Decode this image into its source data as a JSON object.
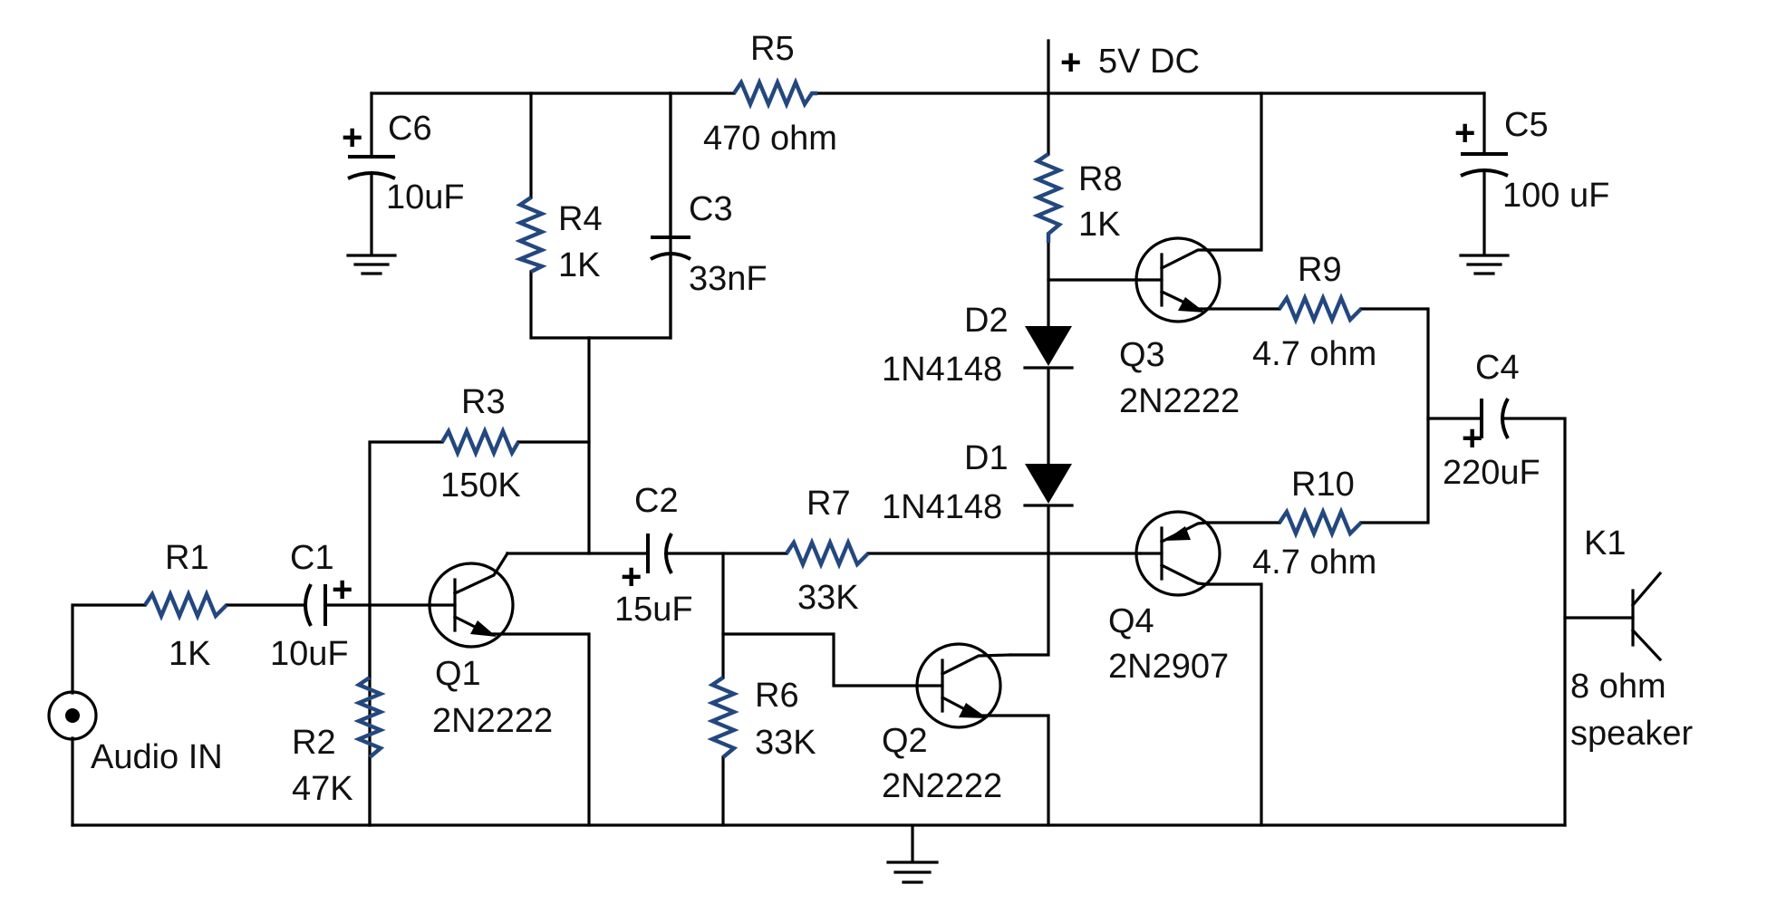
{
  "supply": {
    "label": "5V DC"
  },
  "components": {
    "R1": {
      "ref": "R1",
      "value": "1K"
    },
    "R2": {
      "ref": "R2",
      "value": "47K"
    },
    "R3": {
      "ref": "R3",
      "value": "150K"
    },
    "R4": {
      "ref": "R4",
      "value": "1K"
    },
    "R5": {
      "ref": "R5",
      "value": "470 ohm"
    },
    "R6": {
      "ref": "R6",
      "value": "33K"
    },
    "R7": {
      "ref": "R7",
      "value": "33K"
    },
    "R8": {
      "ref": "R8",
      "value": "1K"
    },
    "R9": {
      "ref": "R9",
      "value": "4.7 ohm"
    },
    "R10": {
      "ref": "R10",
      "value": "4.7 ohm"
    },
    "C1": {
      "ref": "C1",
      "value": "10uF"
    },
    "C2": {
      "ref": "C2",
      "value": "15uF"
    },
    "C3": {
      "ref": "C3",
      "value": "33nF"
    },
    "C4": {
      "ref": "C4",
      "value": "220uF"
    },
    "C5": {
      "ref": "C5",
      "value": "100 uF"
    },
    "C6": {
      "ref": "C6",
      "value": "10uF"
    },
    "D1": {
      "ref": "D1",
      "value": "1N4148"
    },
    "D2": {
      "ref": "D2",
      "value": "1N4148"
    },
    "Q1": {
      "ref": "Q1",
      "value": "2N2222"
    },
    "Q2": {
      "ref": "Q2",
      "value": "2N2222"
    },
    "Q3": {
      "ref": "Q3",
      "value": "2N2222"
    },
    "Q4": {
      "ref": "Q4",
      "value": "2N2907"
    },
    "K1": {
      "ref": "K1",
      "value_line1": "8 ohm",
      "value_line2": "speaker"
    }
  },
  "input": {
    "label": "Audio IN"
  },
  "polarity_mark": "+"
}
